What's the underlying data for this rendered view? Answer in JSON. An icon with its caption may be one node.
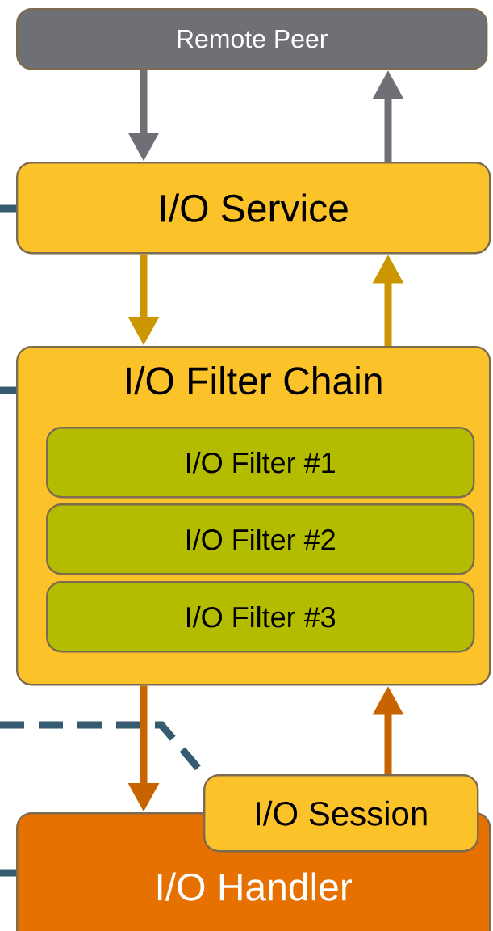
{
  "diagram": {
    "nodes": [
      {
        "text": [
          "Remote Peer"
        ]
      },
      {
        "text": [
          "I/O Service"
        ]
      },
      {
        "text": [
          "I/O Filter Chain"
        ]
      },
      {
        "text": [
          "I/O Filter #1"
        ],
        "in": 2
      },
      {
        "text": [
          "I/O Filter #2"
        ],
        "in": 2
      },
      {
        "text": [
          "I/O Filter #3"
        ],
        "in": 2
      },
      {
        "text": [
          "I/O Session"
        ]
      },
      {
        "text": [
          "I/O Handler"
        ]
      }
    ],
    "edges": [
      {
        "from": 0,
        "to": 1,
        "arrow": "to",
        "color": "#6f7075"
      },
      {
        "from": 1,
        "to": 0,
        "arrow": "to",
        "color": "#6f7075"
      },
      {
        "from": 1,
        "to": 2,
        "arrow": "to",
        "color": "#cc9600"
      },
      {
        "from": 2,
        "to": 1,
        "arrow": "to",
        "color": "#cc9600"
      },
      {
        "from": 2,
        "to": 7,
        "arrow": "to",
        "color": "#c86400"
      },
      {
        "from": 6,
        "to": 2,
        "arrow": "to",
        "color": "#c86400"
      },
      {
        "from": null,
        "to": 1,
        "arrow": "none",
        "style": "dashed",
        "color": "#365a70"
      },
      {
        "from": null,
        "to": 2,
        "arrow": "none",
        "style": "dashed",
        "color": "#365a70"
      },
      {
        "from": null,
        "to": 6,
        "arrow": "none",
        "style": "dashed",
        "color": "#365a70"
      },
      {
        "from": null,
        "to": 7,
        "arrow": "none",
        "style": "dashed",
        "color": "#365a70"
      }
    ]
  }
}
